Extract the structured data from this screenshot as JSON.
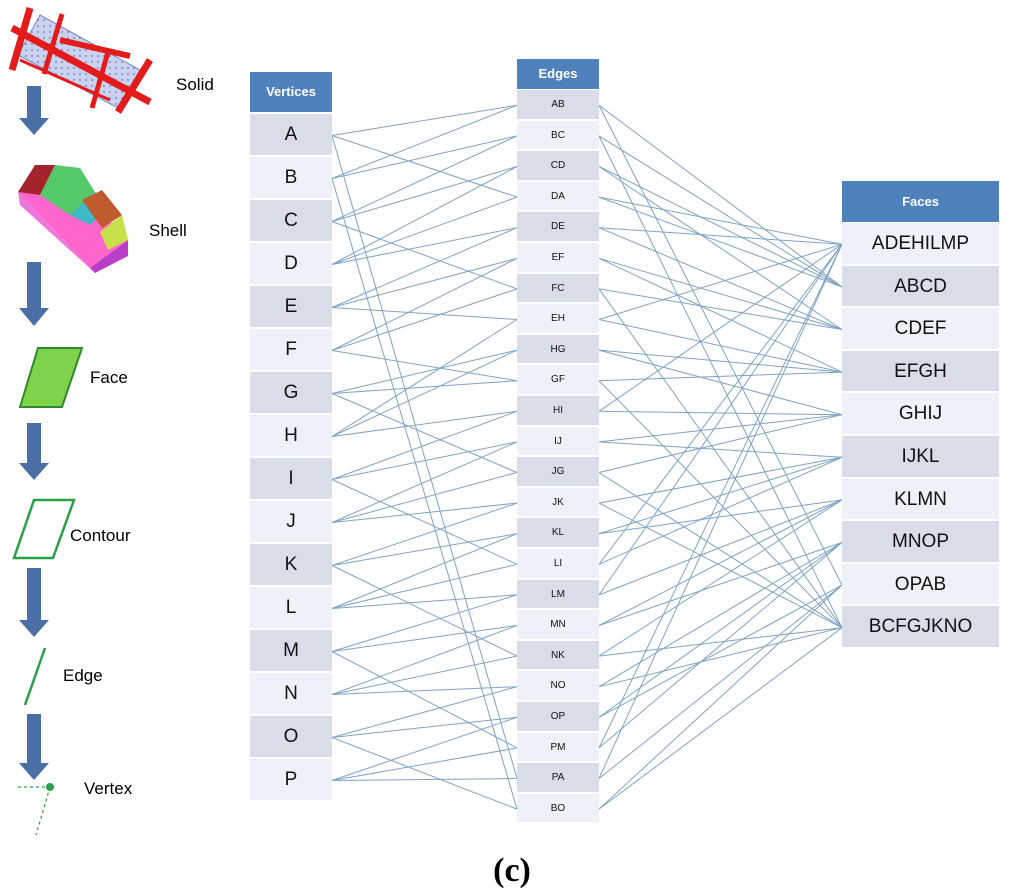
{
  "hierarchy": [
    "Solid",
    "Shell",
    "Face",
    "Contour",
    "Edge",
    "Vertex"
  ],
  "vertices": {
    "header": "Vertices",
    "items": [
      "A",
      "B",
      "C",
      "D",
      "E",
      "F",
      "G",
      "H",
      "I",
      "J",
      "K",
      "L",
      "M",
      "N",
      "O",
      "P"
    ]
  },
  "edges": {
    "header": "Edges",
    "items": [
      "AB",
      "BC",
      "CD",
      "DA",
      "DE",
      "EF",
      "FC",
      "EH",
      "HG",
      "GF",
      "HI",
      "IJ",
      "JG",
      "JK",
      "KL",
      "LI",
      "LM",
      "MN",
      "NK",
      "NO",
      "OP",
      "PM",
      "PA",
      "BO"
    ]
  },
  "faces": {
    "header": "Faces",
    "items": [
      "ADEHILMP",
      "ABCD",
      "CDEF",
      "EFGH",
      "GHIJ",
      "IJKL",
      "KLMN",
      "MNOP",
      "OPAB",
      "BCFGJKNO"
    ]
  },
  "caption": "(c)",
  "colors": {
    "header": "#4f81bd",
    "cell_light": "#eef1f7",
    "cell_dark": "#d8dde9",
    "link": "#7fa3c4",
    "arrow": "#4a6fa5"
  }
}
